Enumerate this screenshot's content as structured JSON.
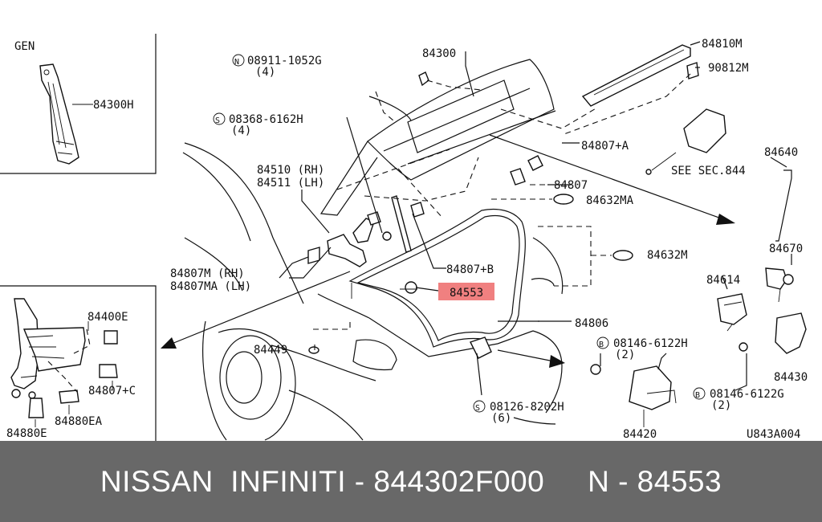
{
  "diagram": {
    "inset_top_label": "GEN",
    "diagram_code": "U843A004",
    "highlight_color": "#f08080",
    "labels": {
      "p84300H": "84300H",
      "p84300": "84300",
      "n08911_text": "08911-1052G",
      "n08911_qty": "(4)",
      "s08368_text": "08368-6162H",
      "s08368_qty": "(4)",
      "p84810M": "84810M",
      "p90812M": "90812M",
      "p84807A": "84807+A",
      "see_sec": "SEE SEC.844",
      "p84640": "84640",
      "p84510": "84510 (RH)",
      "p84511": "84511 (LH)",
      "p84807": "84807",
      "p84632MA": "84632MA",
      "p84807B": "84807+B",
      "p84632M": "84632M",
      "p84670": "84670",
      "p84807M": "84807M  (RH)",
      "p84807MA": "84807MA (LH)",
      "p84553": "84553",
      "p84614": "84614",
      "p84806": "84806",
      "p84400E": "84400E",
      "p84449": "84449",
      "b08146_6122H_text": "08146-6122H",
      "b08146_6122H_qty": "(2)",
      "p84807C": "84807+C",
      "p84430": "84430",
      "b08146_6122G_text": "08146-6122G",
      "b08146_6122G_qty": "(2)",
      "p84880EA": "84880EA",
      "s08126_text": "08126-8202H",
      "s08126_qty": "(6)",
      "p84880E": "84880E",
      "p84420": "84420"
    },
    "prefix_symbols": {
      "n": "N",
      "s": "S",
      "b": "B"
    }
  },
  "footer": {
    "text": "NISSAN  INFINITI - 844302F000     N - 84553"
  }
}
